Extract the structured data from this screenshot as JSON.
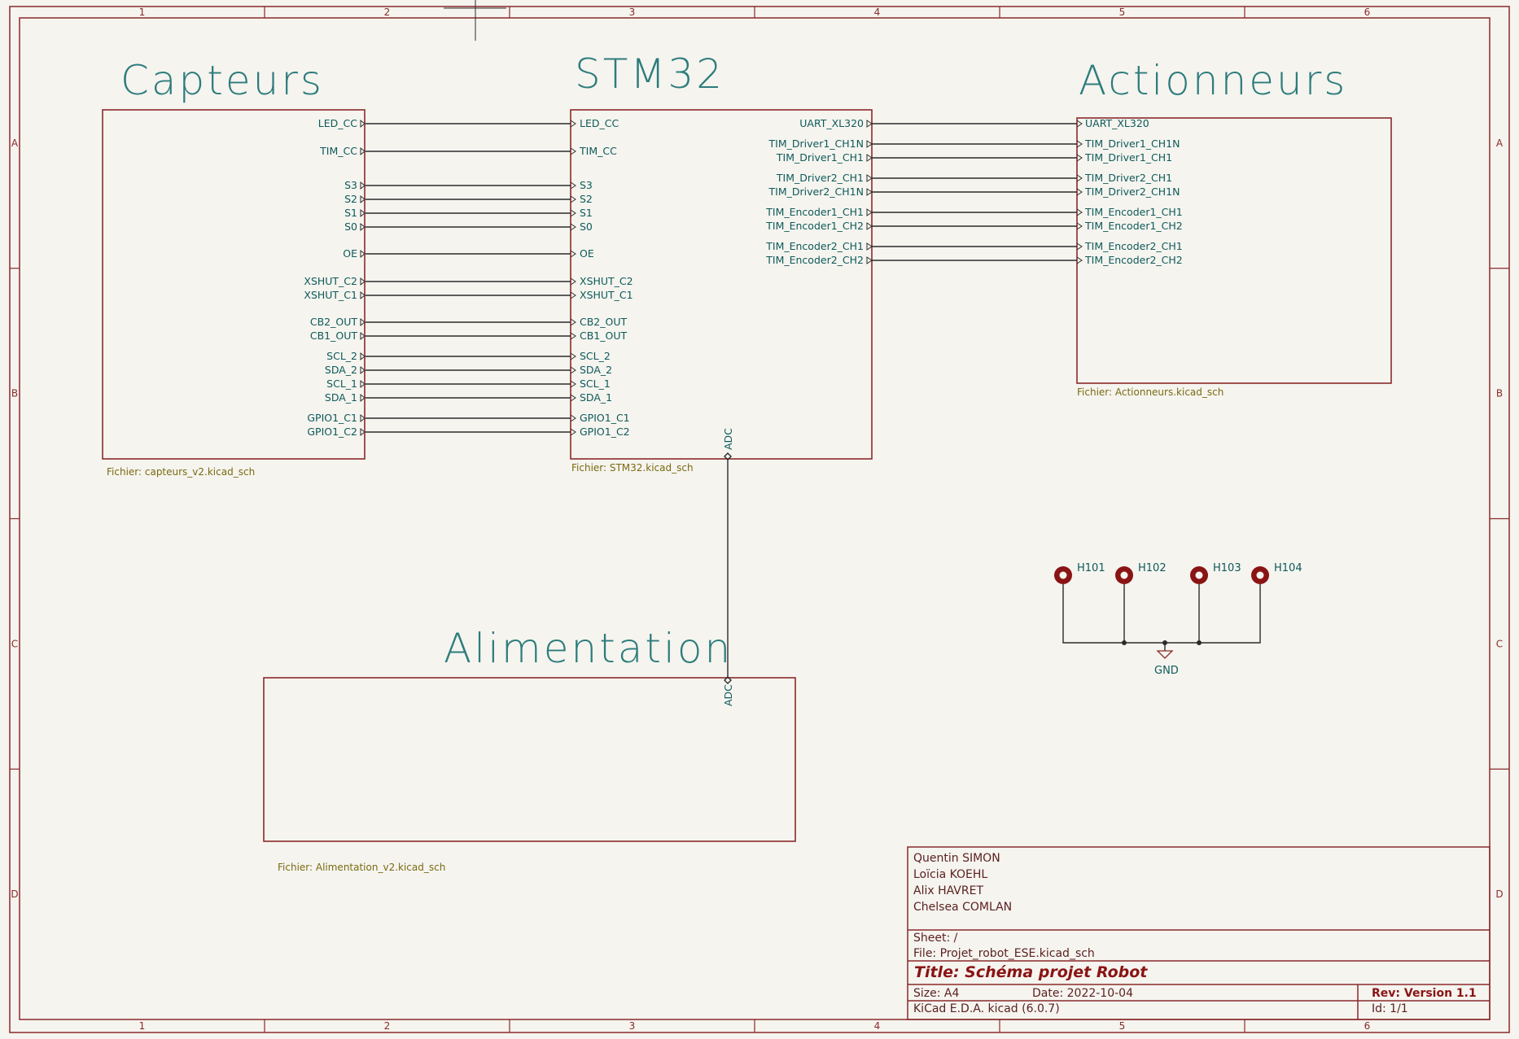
{
  "sheets": {
    "capteurs": {
      "title": "Capteurs",
      "file_label": "Fichier: capteurs_v2.kicad_sch",
      "pins": [
        "LED_CC",
        "TIM_CC",
        "S3",
        "S2",
        "S1",
        "S0",
        "OE",
        "XSHUT_C2",
        "XSHUT_C1",
        "CB2_OUT",
        "CB1_OUT",
        "SCL_2",
        "SDA_2",
        "SCL_1",
        "SDA_1",
        "GPIO1_C1",
        "GPIO1_C2"
      ]
    },
    "stm32": {
      "title": "STM32",
      "file_label": "Fichier: STM32.kicad_sch",
      "left_pins": [
        "LED_CC",
        "TIM_CC",
        "S3",
        "S2",
        "S1",
        "S0",
        "OE",
        "XSHUT_C2",
        "XSHUT_C1",
        "CB2_OUT",
        "CB1_OUT",
        "SCL_2",
        "SDA_2",
        "SCL_1",
        "SDA_1",
        "GPIO1_C1",
        "GPIO1_C2"
      ],
      "right_pins": [
        "UART_XL320",
        "TIM_Driver1_CH1N",
        "TIM_Driver1_CH1",
        "TIM_Driver2_CH1",
        "TIM_Driver2_CH1N",
        "TIM_Encoder1_CH1",
        "TIM_Encoder1_CH2",
        "TIM_Encoder2_CH1",
        "TIM_Encoder2_CH2"
      ],
      "bottom_pin": "ADC"
    },
    "actionneurs": {
      "title": "Actionneurs",
      "file_label": "Fichier: Actionneurs.kicad_sch",
      "pins": [
        "UART_XL320",
        "TIM_Driver1_CH1N",
        "TIM_Driver1_CH1",
        "TIM_Driver2_CH1",
        "TIM_Driver2_CH1N",
        "TIM_Encoder1_CH1",
        "TIM_Encoder1_CH2",
        "TIM_Encoder2_CH1",
        "TIM_Encoder2_CH2"
      ]
    },
    "alimentation": {
      "title": "Alimentation",
      "file_label": "Fichier: Alimentation_v2.kicad_sch",
      "top_pin": "ADC"
    }
  },
  "mounting_holes": [
    "H101",
    "H102",
    "H103",
    "H104"
  ],
  "gnd_label": "GND",
  "border": {
    "columns": [
      "1",
      "2",
      "3",
      "4",
      "5",
      "6"
    ],
    "rows": [
      "A",
      "B",
      "C",
      "D"
    ]
  },
  "title_block": {
    "authors": [
      "Quentin SIMON",
      "Loïcia KOEHL",
      "Alix HAVRET",
      "Chelsea COMLAN"
    ],
    "sheet": "Sheet: /",
    "file": "File: Projet_robot_ESE.kicad_sch",
    "title": "Title: Schéma projet Robot",
    "size": "Size: A4",
    "date": "Date: 2022-10-04",
    "rev": "Rev: Version 1.1",
    "tool": "KiCad E.D.A.  kicad (6.0.7)",
    "id": "Id: 1/1"
  },
  "colors": {
    "frame": "#8a2a2a",
    "wire": "#2b2b2b",
    "pin_text": "#0e5a5a",
    "sheet_title": "#2d7c7c",
    "file_text": "#7a6a10",
    "hole": "#8a1414",
    "background": "#f5f4ef"
  }
}
